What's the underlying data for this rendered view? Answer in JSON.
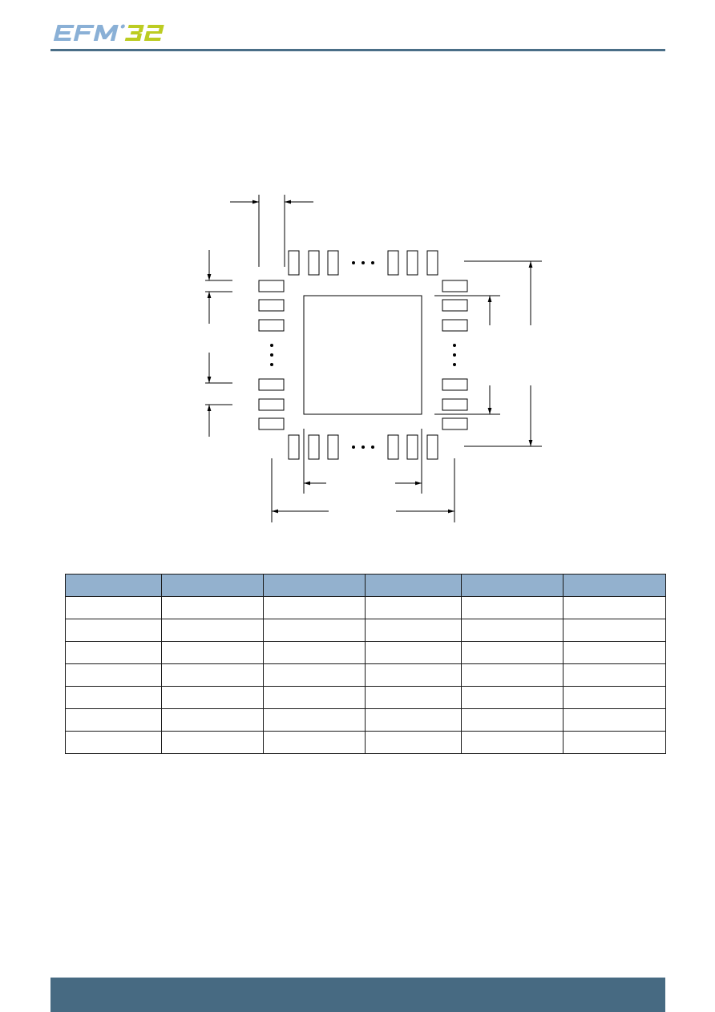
{
  "header": {
    "logo_text": "EFM32",
    "brand_colors": {
      "efm": "#8ab0d6",
      "digits": "#bccc22",
      "rule": "#4a6e87"
    }
  },
  "figure": {
    "icon": "qfn-footprint-drawing"
  },
  "table": {
    "header_color": "#93b1ce",
    "column_count": 6,
    "row_count": 7
  },
  "footer": {
    "bar_color": "#476a82"
  }
}
